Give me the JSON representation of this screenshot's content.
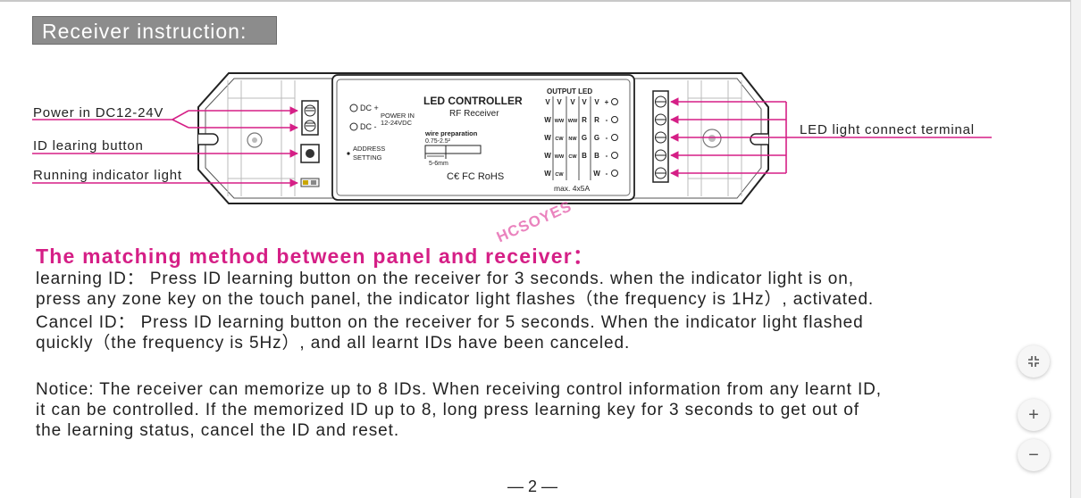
{
  "section_title": "Receiver instruction:",
  "diagram": {
    "left_labels": {
      "power": "Power in DC12-24V",
      "id_button": "ID learing button",
      "indicator": "Running indicator light"
    },
    "right_label": "LED light connect terminal",
    "dc_plus": "DC +",
    "dc_minus": "DC -",
    "power_in": "POWER IN",
    "power_range": "12-24VDC",
    "address_line1": "ADDRESS",
    "address_line2": "SETTING",
    "product_title": "LED CONTROLLER",
    "product_subtitle": "RF Receiver",
    "wire_prep": "wire preparation",
    "wire_gauge": "0.75-2.5²",
    "wire_len": "5-6mm",
    "certs": "C€ FC RoHS",
    "output_led": "OUTPUT LED",
    "output_header": [
      "V",
      "V",
      "V",
      "V",
      "V",
      "+"
    ],
    "output_rows": [
      [
        "W",
        "WW",
        "WW",
        "R",
        "R",
        "-"
      ],
      [
        "W",
        "CW",
        "NW",
        "G",
        "G",
        "-"
      ],
      [
        "W",
        "WW",
        "CW",
        "B",
        "B",
        "-"
      ],
      [
        "W",
        "CW",
        "",
        "",
        "W",
        "-"
      ]
    ],
    "max_rating": "max. 4x5A"
  },
  "matching_title": "The matching method between panel and receiver：",
  "watermark": "HCSOYES",
  "paragraphs": {
    "learning_1": "learning ID： Press ID learning button on the receiver for 3 seconds. when the indicator light is on,",
    "learning_2": "press any zone key on the touch panel, the indicator light flashes（the frequency is 1Hz）, activated.",
    "cancel_1": "Cancel ID： Press ID learning button on the receiver for 5 seconds. When the indicator light flashed",
    "cancel_2": "quickly（the frequency is 5Hz）, and all learnt IDs have been canceled.",
    "notice_1": "Notice: The receiver can memorize up to 8 IDs. When receiving control information from any learnt ID,",
    "notice_2": "it can be controlled. If the memorized ID up to 8, long press learning key for 3 seconds to get out of",
    "notice_3": "the learning status, cancel the ID and reset."
  },
  "page_number": "— 2 —",
  "zoom_controls": {
    "fit_icon": "compress-icon",
    "zoom_in": "+",
    "zoom_out": "−"
  },
  "colors": {
    "accent_magenta": "#d51f86",
    "title_box": "#8c8c8c"
  }
}
